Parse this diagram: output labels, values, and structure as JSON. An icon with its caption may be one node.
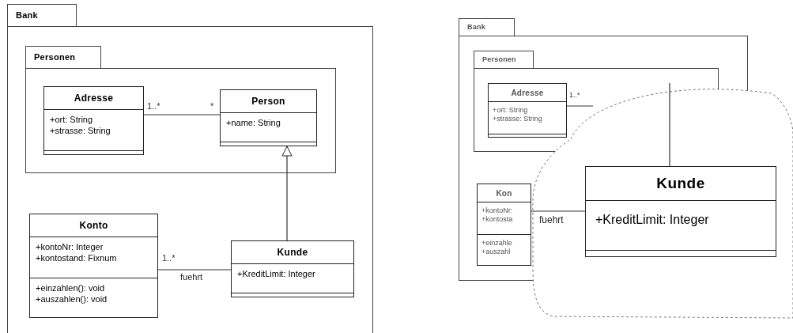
{
  "diagram": {
    "nodes": [
      {
        "text": [
          "Bank"
        ]
      },
      {
        "text": [
          "Personen"
        ],
        "in": 0
      },
      {
        "text": [
          "Adresse",
          "+ort: String +strasse: String"
        ],
        "in": 1
      },
      {
        "text": [
          "Person",
          "+name: String"
        ],
        "in": 1
      },
      {
        "text": [
          "Konto",
          "+kontoNr: Integer +kontostand: Fixnum",
          "+einzahlen(): void +auszahlen(): void"
        ],
        "in": 0
      },
      {
        "text": [
          "Kunde",
          "+KreditLimit: Integer"
        ],
        "in": 0
      },
      {
        "text": [
          "Bank"
        ]
      },
      {
        "text": [
          "Personen"
        ],
        "in": 6
      },
      {
        "text": [
          "Adresse",
          "+ort: String +strasse: String"
        ],
        "in": 7
      },
      {
        "text": [
          "Kon",
          "+kontoNr: +kontosta",
          "+einzahle +auszahl"
        ],
        "in": 6
      },
      {
        "text": [
          "Kunde",
          "+KreditLimit: Integer"
        ]
      }
    ],
    "edges": [
      {
        "from": 2,
        "to": 3,
        "arrow": "none"
      },
      {
        "from": 5,
        "to": 3,
        "arrow": "to"
      },
      {
        "from": 4,
        "to": 5,
        "arrow": "none",
        "label": "fuehrt"
      },
      {
        "from": 8,
        "to": null,
        "arrow": "none"
      },
      {
        "from": 9,
        "to": 10,
        "arrow": "none",
        "label": "fuehrt"
      },
      {
        "from": 10,
        "to": null,
        "arrow": "none"
      }
    ],
    "labels": [
      "1..*",
      "*",
      "1..*",
      "1..*"
    ]
  }
}
